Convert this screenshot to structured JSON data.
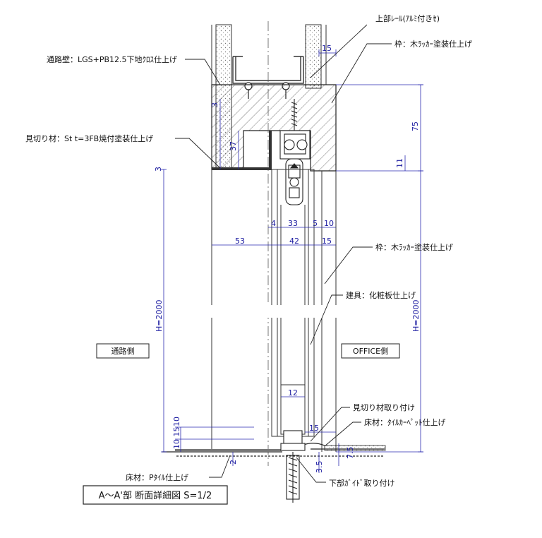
{
  "labels": {
    "top_cut": "上部ﾚｰﾙ(ｱﾙﾐ付きｾ)",
    "wall": "通路壁：LGS+PB12.5下地ｸﾛｽ仕上げ",
    "frame_top": "枠：木ﾗｯｶｰ塗装仕上げ",
    "trim": "見切り材：St t=3FB焼付塗装仕上げ",
    "frame_mid": "枠：木ﾗｯｶｰ塗装仕上げ",
    "door": "建具：化粧板仕上げ",
    "trim_fix": "見切り材取り付け",
    "floor_right": "床材：ﾀｲﾙｶｰﾍﾟｯﾄ仕上げ",
    "floor_left": "床材：Pﾀｲﾙ仕上げ",
    "bottom_guide": "下部ｶﾞｲﾄﾞ取り付け",
    "side_left": "通路側",
    "side_right": "OFFICE側",
    "title": "A～A'部 断面詳細図 S=1/2"
  },
  "dims": {
    "d15_top": "15",
    "d75": "75",
    "d3_a": "3",
    "d37": "37",
    "d11": "11",
    "d3_b": "3",
    "d4": "4",
    "d33": "33",
    "d5": "5",
    "d10_a": "10",
    "d53": "53",
    "d42": "42",
    "d15_mid": "15",
    "h_left": "H=2000",
    "h_right": "H=2000",
    "d12": "12",
    "d15_bot": "15",
    "d10_15": "10 15",
    "d10_b": "10",
    "d2": "2",
    "d3_5": "3.5",
    "d7_5": "7.5"
  }
}
